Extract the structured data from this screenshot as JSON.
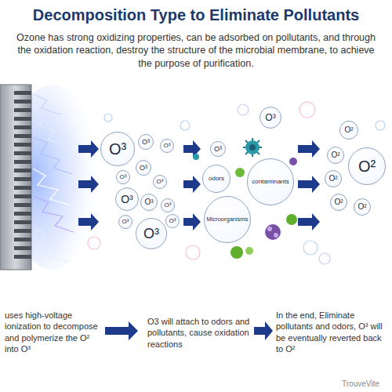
{
  "diagram": {
    "title": "Decomposition Type to Eliminate Pollutants",
    "caption": "Ozone has strong oxidizing properties, can be adsorbed on pollutants, and through the oxidation reaction, destroy the structure of the microbial membrane, to achieve the purpose of purification.",
    "nodes": [
      {
        "text": [
          "O³"
        ]
      },
      {
        "text": [
          "O³"
        ]
      },
      {
        "text": [
          "O³"
        ]
      },
      {
        "text": [
          "O³"
        ]
      },
      {
        "text": [
          "O³"
        ]
      },
      {
        "text": [
          "O³"
        ]
      },
      {
        "text": [
          "O³"
        ]
      },
      {
        "text": [
          "O³"
        ]
      },
      {
        "text": [
          "O³"
        ]
      },
      {
        "text": [
          "O³"
        ]
      },
      {
        "text": [
          "O³"
        ]
      },
      {
        "text": [
          "O³"
        ]
      },
      {
        "text": [
          "O³"
        ]
      },
      {
        "text": [
          "O³"
        ]
      },
      {
        "text": [
          "odors"
        ]
      },
      {
        "text": [
          "contaminants"
        ]
      },
      {
        "text": [
          "Microorganisms"
        ]
      },
      {
        "text": [
          "O²"
        ]
      },
      {
        "text": [
          "O²"
        ]
      },
      {
        "text": [
          "O²"
        ]
      },
      {
        "text": [
          "O²"
        ]
      },
      {
        "text": [
          "O²"
        ]
      },
      {
        "text": [
          "O²"
        ]
      }
    ],
    "labels": [
      "uses high-voltage ionization to decompose and polymerize the O² into O³",
      "O3 will attach to odors and pollutants, cause oxidation reactions",
      "In the end, Eliminate pollutants and odors, O³ will be eventually reverted back to O²",
      "TrouveVite"
    ]
  }
}
